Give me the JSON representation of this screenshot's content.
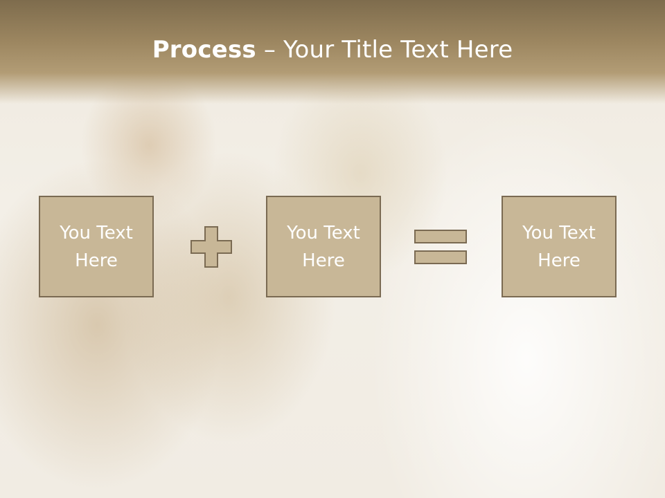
{
  "slide": {
    "title_strong": "Process",
    "title_rest": " – Your Title Text Here",
    "boxes": [
      {
        "line1": "You Text",
        "line2": "Here"
      },
      {
        "line1": "You Text",
        "line2": "Here"
      },
      {
        "line1": "You Text",
        "line2": "Here"
      }
    ],
    "operators": [
      "plus-icon",
      "equals-icon"
    ]
  },
  "colors": {
    "title_bar": "#9c8660",
    "box_fill": "#c8b797",
    "box_border": "#7a6a52",
    "text": "#ffffff"
  }
}
